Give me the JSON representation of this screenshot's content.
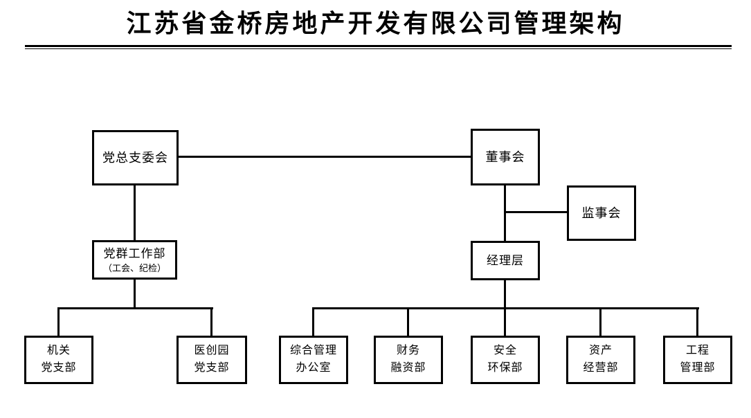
{
  "title": "江苏省金桥房地产开发有限公司管理架构",
  "nodes": {
    "party_committee": {
      "label": "党总支委会"
    },
    "board_of_directors": {
      "label": "董事会"
    },
    "supervisory_board": {
      "label": "监事会"
    },
    "party_mass_work_dept": {
      "label": "党群工作部",
      "sublabel": "（工会、纪检）"
    },
    "management_team": {
      "label": "经理层"
    },
    "organ_party_branch": {
      "line1": "机关",
      "line2": "党支部"
    },
    "medical_park_party_branch": {
      "line1": "医创园",
      "line2": "党支部"
    },
    "general_management_office": {
      "line1": "综合管理",
      "line2": "办公室"
    },
    "finance_financing_dept": {
      "line1": "财务",
      "line2": "融资部"
    },
    "safety_environment_dept": {
      "line1": "安全",
      "line2": "环保部"
    },
    "asset_operation_dept": {
      "line1": "资产",
      "line2": "经营部"
    },
    "engineering_mgmt_dept": {
      "line1": "工程",
      "line2": "管理部"
    }
  },
  "edges": [
    {
      "from": "party_committee",
      "to": "board_of_directors"
    },
    {
      "from": "party_committee",
      "to": "party_mass_work_dept"
    },
    {
      "from": "board_of_directors",
      "to": "supervisory_board"
    },
    {
      "from": "board_of_directors",
      "to": "management_team"
    },
    {
      "from": "party_mass_work_dept",
      "to": "organ_party_branch"
    },
    {
      "from": "party_mass_work_dept",
      "to": "medical_park_party_branch"
    },
    {
      "from": "management_team",
      "to": "general_management_office"
    },
    {
      "from": "management_team",
      "to": "finance_financing_dept"
    },
    {
      "from": "management_team",
      "to": "safety_environment_dept"
    },
    {
      "from": "management_team",
      "to": "asset_operation_dept"
    },
    {
      "from": "management_team",
      "to": "engineering_mgmt_dept"
    }
  ],
  "colors": {
    "line": "#000000",
    "text": "#000000",
    "background": "#ffffff"
  }
}
